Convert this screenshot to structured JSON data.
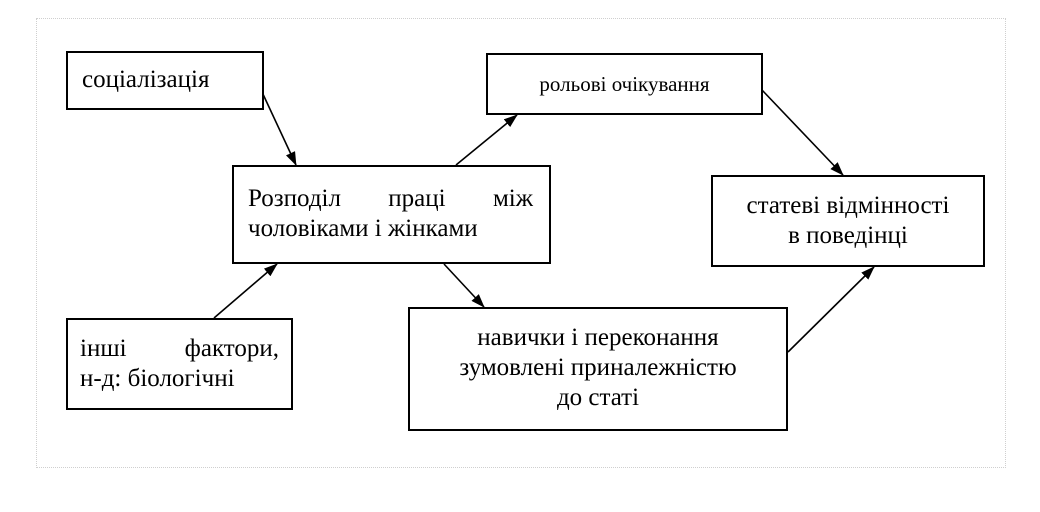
{
  "boxes": {
    "socialization": {
      "line1": "соціалізація"
    },
    "role_expectations": {
      "line1": "рольові очікування"
    },
    "division_of_labor": {
      "line1": "Розподіл праці між",
      "line2": "чоловіками і жінками"
    },
    "sex_differences": {
      "line1": "статеві відмінності",
      "line2": "в поведінці"
    },
    "other_factors": {
      "line1": "інші фактори,",
      "line2": "н-д: біологічні"
    },
    "skills_beliefs": {
      "line1": "навички і переконання",
      "line2": "зумовлені приналежністю",
      "line3": "до статі"
    }
  },
  "arrows": [
    {
      "from": "socialization",
      "to": "division_of_labor"
    },
    {
      "from": "other_factors",
      "to": "division_of_labor"
    },
    {
      "from": "division_of_labor",
      "to": "role_expectations"
    },
    {
      "from": "division_of_labor",
      "to": "skills_beliefs"
    },
    {
      "from": "role_expectations",
      "to": "sex_differences"
    },
    {
      "from": "skills_beliefs",
      "to": "sex_differences"
    }
  ]
}
